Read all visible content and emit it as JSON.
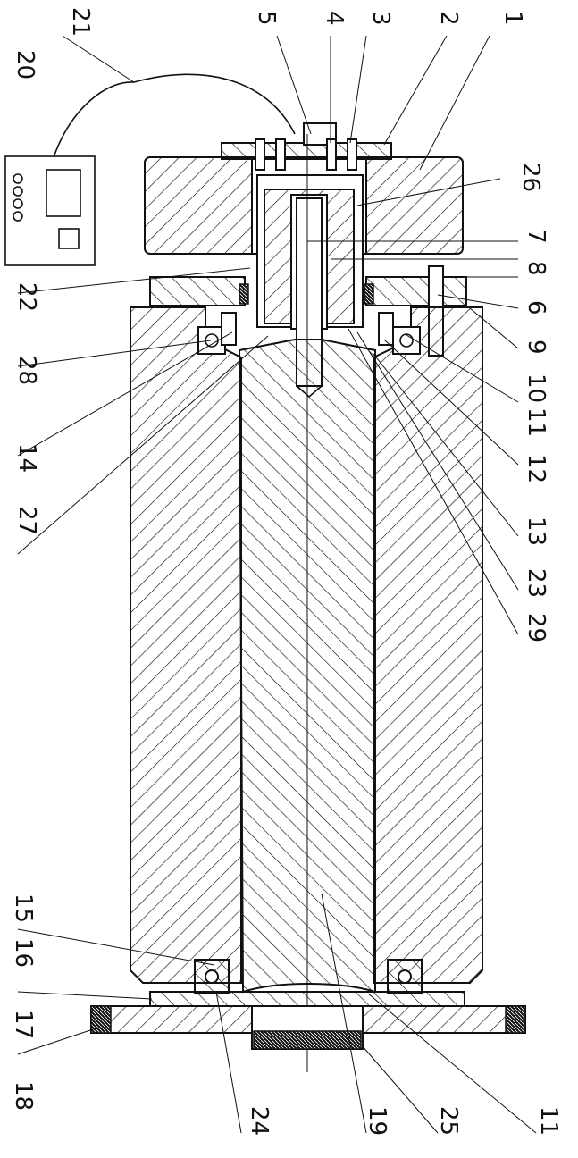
{
  "callouts": {
    "n1": "1",
    "n2": "2",
    "n3": "3",
    "n4": "4",
    "n5": "5",
    "n6": "6",
    "n7": "7",
    "n8": "8",
    "n9": "9",
    "n10": "10",
    "n11a": "11",
    "n11b": "11",
    "n12": "12",
    "n13": "13",
    "n14": "14",
    "n15": "15",
    "n16": "16",
    "n17": "17",
    "n18": "18",
    "n19": "19",
    "n20": "20",
    "n21": "21",
    "n22": "22",
    "n23": "23",
    "n24": "24",
    "n25": "25",
    "n26": "26",
    "n27": "27",
    "n28": "28",
    "n29": "29"
  }
}
